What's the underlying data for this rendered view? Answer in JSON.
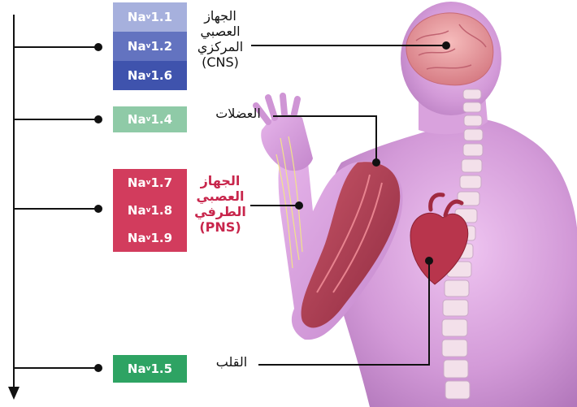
{
  "colors": {
    "cns_light": "#a6b0dd",
    "cns_mid": "#6373c0",
    "cns_dark": "#3f53ad",
    "muscle": "#8fcaa7",
    "pns": "#d23c5d",
    "heart": "#2ea363",
    "pns_text": "#c8264c",
    "body_skin": "#d59bd9"
  },
  "channels": [
    {
      "prefix": "Na",
      "sub": "v",
      "num": "1.1"
    },
    {
      "prefix": "Na",
      "sub": "v",
      "num": "1.2"
    },
    {
      "prefix": "Na",
      "sub": "v",
      "num": "1.6"
    },
    {
      "prefix": "Na",
      "sub": "v",
      "num": "1.4"
    },
    {
      "prefix": "Na",
      "sub": "v",
      "num": "1.7"
    },
    {
      "prefix": "Na",
      "sub": "v",
      "num": "1.8"
    },
    {
      "prefix": "Na",
      "sub": "v",
      "num": "1.9"
    },
    {
      "prefix": "Na",
      "sub": "v",
      "num": "1.5"
    }
  ],
  "labels": {
    "cns": [
      "الجهاز",
      "العصبي",
      "المركزي",
      "(CNS)"
    ],
    "muscles": "العضلات",
    "pns": [
      "الجهاز",
      "العصبي",
      "الطرفي",
      "(PNS)"
    ],
    "heart": "القلب"
  },
  "icons": {
    "arrow": "arrow-down-icon",
    "brain": "brain-icon",
    "heart": "heart-icon"
  }
}
